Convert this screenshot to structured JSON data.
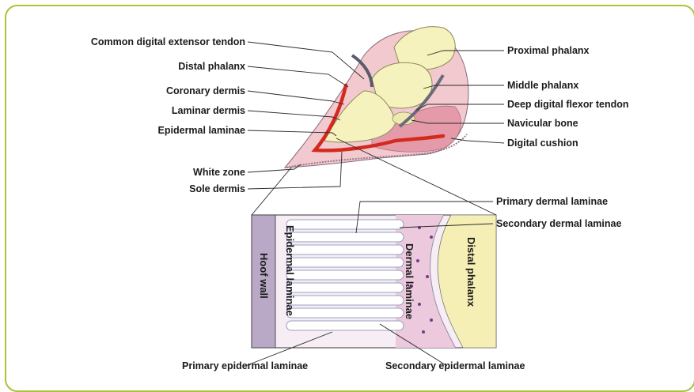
{
  "colors": {
    "frame": "#a8c43a",
    "bone": "#f3efb8",
    "soft_tissue": "#e8a8b4",
    "dermis_red": "#d42a1e",
    "hoof_wall": "#b9a9c6",
    "lamina_fill": "#efe6ef",
    "leader": "#2a2a2a"
  },
  "labels": {
    "common_digital_extensor_tendon": "Common digital extensor tendon",
    "distal_phalanx": "Distal phalanx",
    "coronary_dermis": "Coronary dermis",
    "laminar_dermis": "Laminar dermis",
    "epidermal_laminae": "Epidermal laminae",
    "white_zone": "White zone",
    "sole_dermis": "Sole dermis",
    "proximal_phalanx": "Proximal phalanx",
    "middle_phalanx": "Middle phalanx",
    "deep_digital_flexor_tendon": "Deep digital flexor tendon",
    "navicular_bone": "Navicular bone",
    "digital_cushion": "Digital cushion",
    "primary_dermal_laminae": "Primary dermal laminae",
    "secondary_dermal_laminae": "Secondary dermal laminae",
    "primary_epidermal_laminae": "Primary epidermal laminae",
    "secondary_epidermal_laminae": "Secondary epidermal laminae"
  },
  "inset_labels": {
    "hoof_wall": "Hoof wall",
    "epidermal_laminae": "Epidermal laminae",
    "dermal_laminae": "Dermal laminae",
    "distal_phalanx": "Distal phalanx"
  }
}
